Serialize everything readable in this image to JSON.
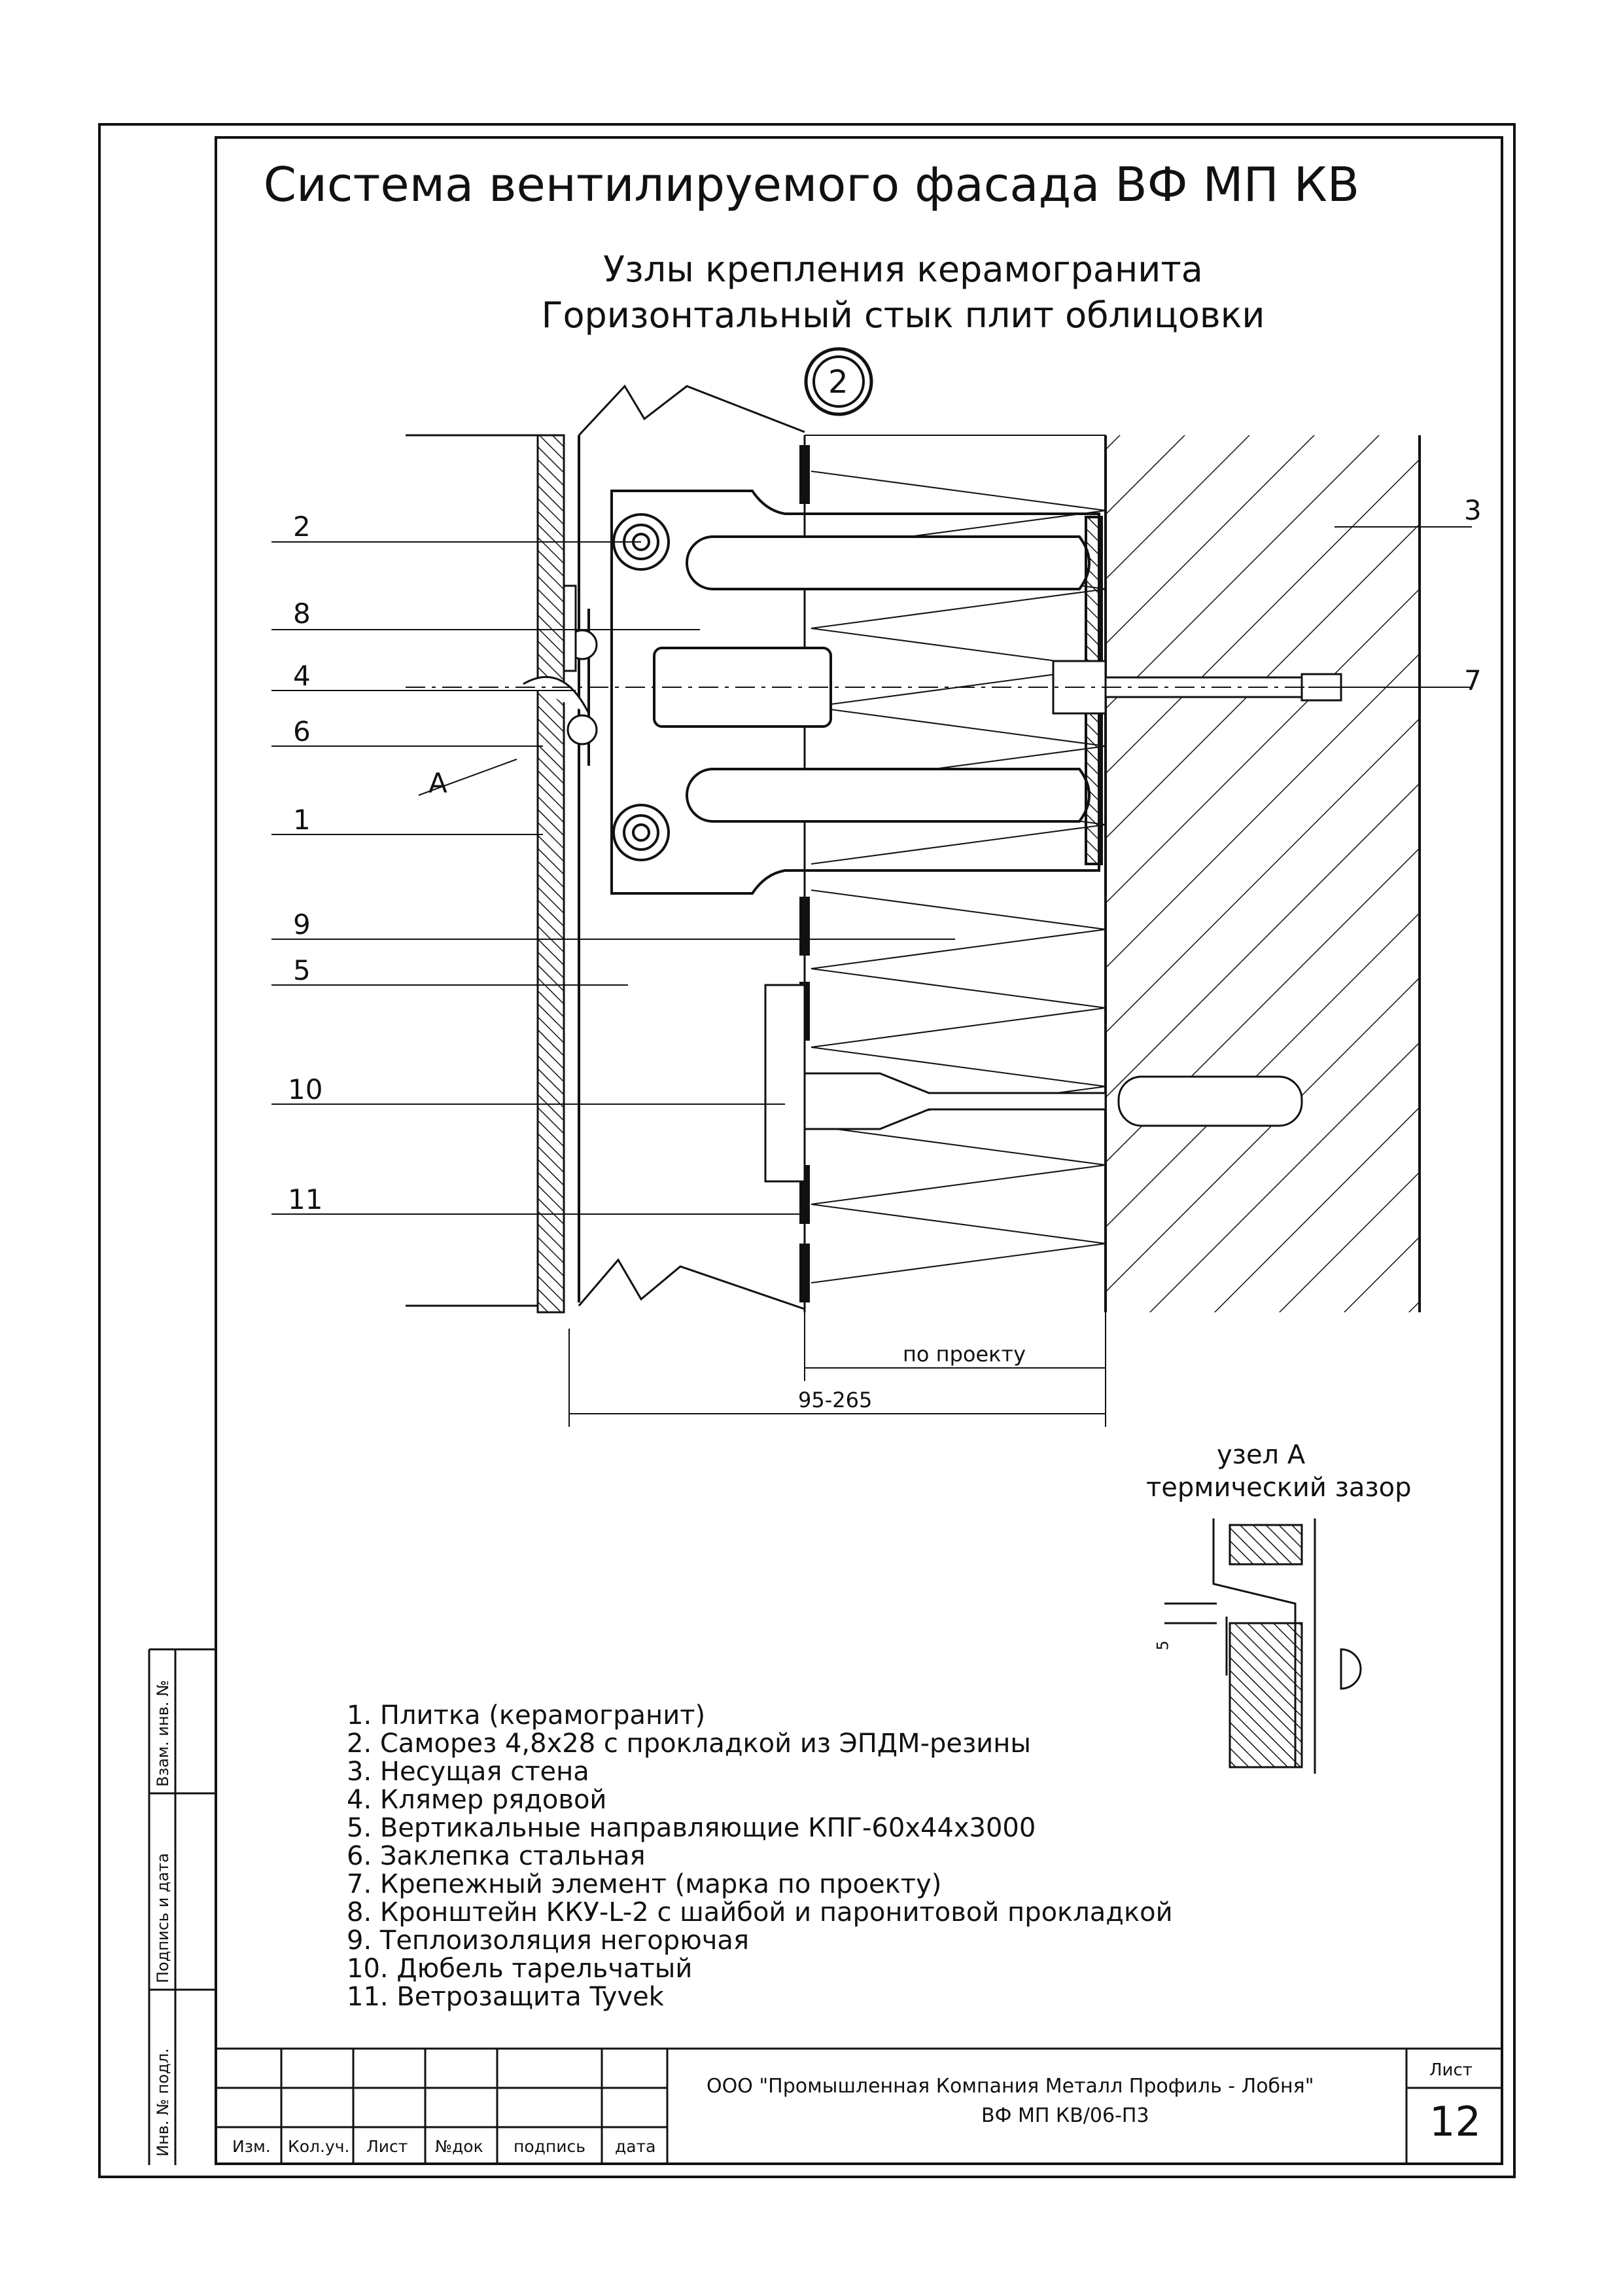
{
  "header": {
    "title": "Система вентилируемого фасада ВФ МП КВ",
    "subtitle_1": "Узлы крепления керамогранита",
    "subtitle_2": "Горизонтальный стык плит облицовки",
    "node_number": "2"
  },
  "callouts": {
    "left": [
      "2",
      "8",
      "4",
      "6",
      "А",
      "1",
      "9",
      "5",
      "10",
      "11"
    ],
    "right": [
      "3",
      "7"
    ]
  },
  "dimensions": {
    "project": "по проекту",
    "range": "95-265",
    "gap": "5"
  },
  "detail_a": {
    "title": "узел А",
    "subtitle": "термический зазор"
  },
  "legend": [
    "1. Плитка (керамогранит)",
    "2. Саморез 4,8х28 с прокладкой из ЭПДМ-резины",
    "3. Несущая стена",
    "4. Клямер рядовой",
    "5. Вертикальные направляющие КПГ-60х44х3000",
    "6. Заклепка стальная",
    "7. Крепежный элемент (марка по проекту)",
    "8. Кронштейн  ККУ-L-2 с шайбой и паронитовой прокладкой",
    "9. Теплоизоляция негорючая",
    "10. Дюбель тарельчатый",
    "11. Ветрозащита Tyvek"
  ],
  "side_stamp": {
    "field_1": "Взам. инв. №",
    "field_2": "Подпись и дата",
    "field_3": "Инв. № подл."
  },
  "title_block": {
    "col_izm": "Изм.",
    "col_kol": "Кол.уч.",
    "col_list": "Лист",
    "col_ndok": "№док",
    "col_podp": "подпись",
    "col_data": "дата",
    "company": "ООО \"Промышленная Компания  Металл Профиль - Лобня\"",
    "doc_code": "ВФ МП КВ/06-П3",
    "sheet_label": "Лист",
    "sheet_number": "12"
  }
}
